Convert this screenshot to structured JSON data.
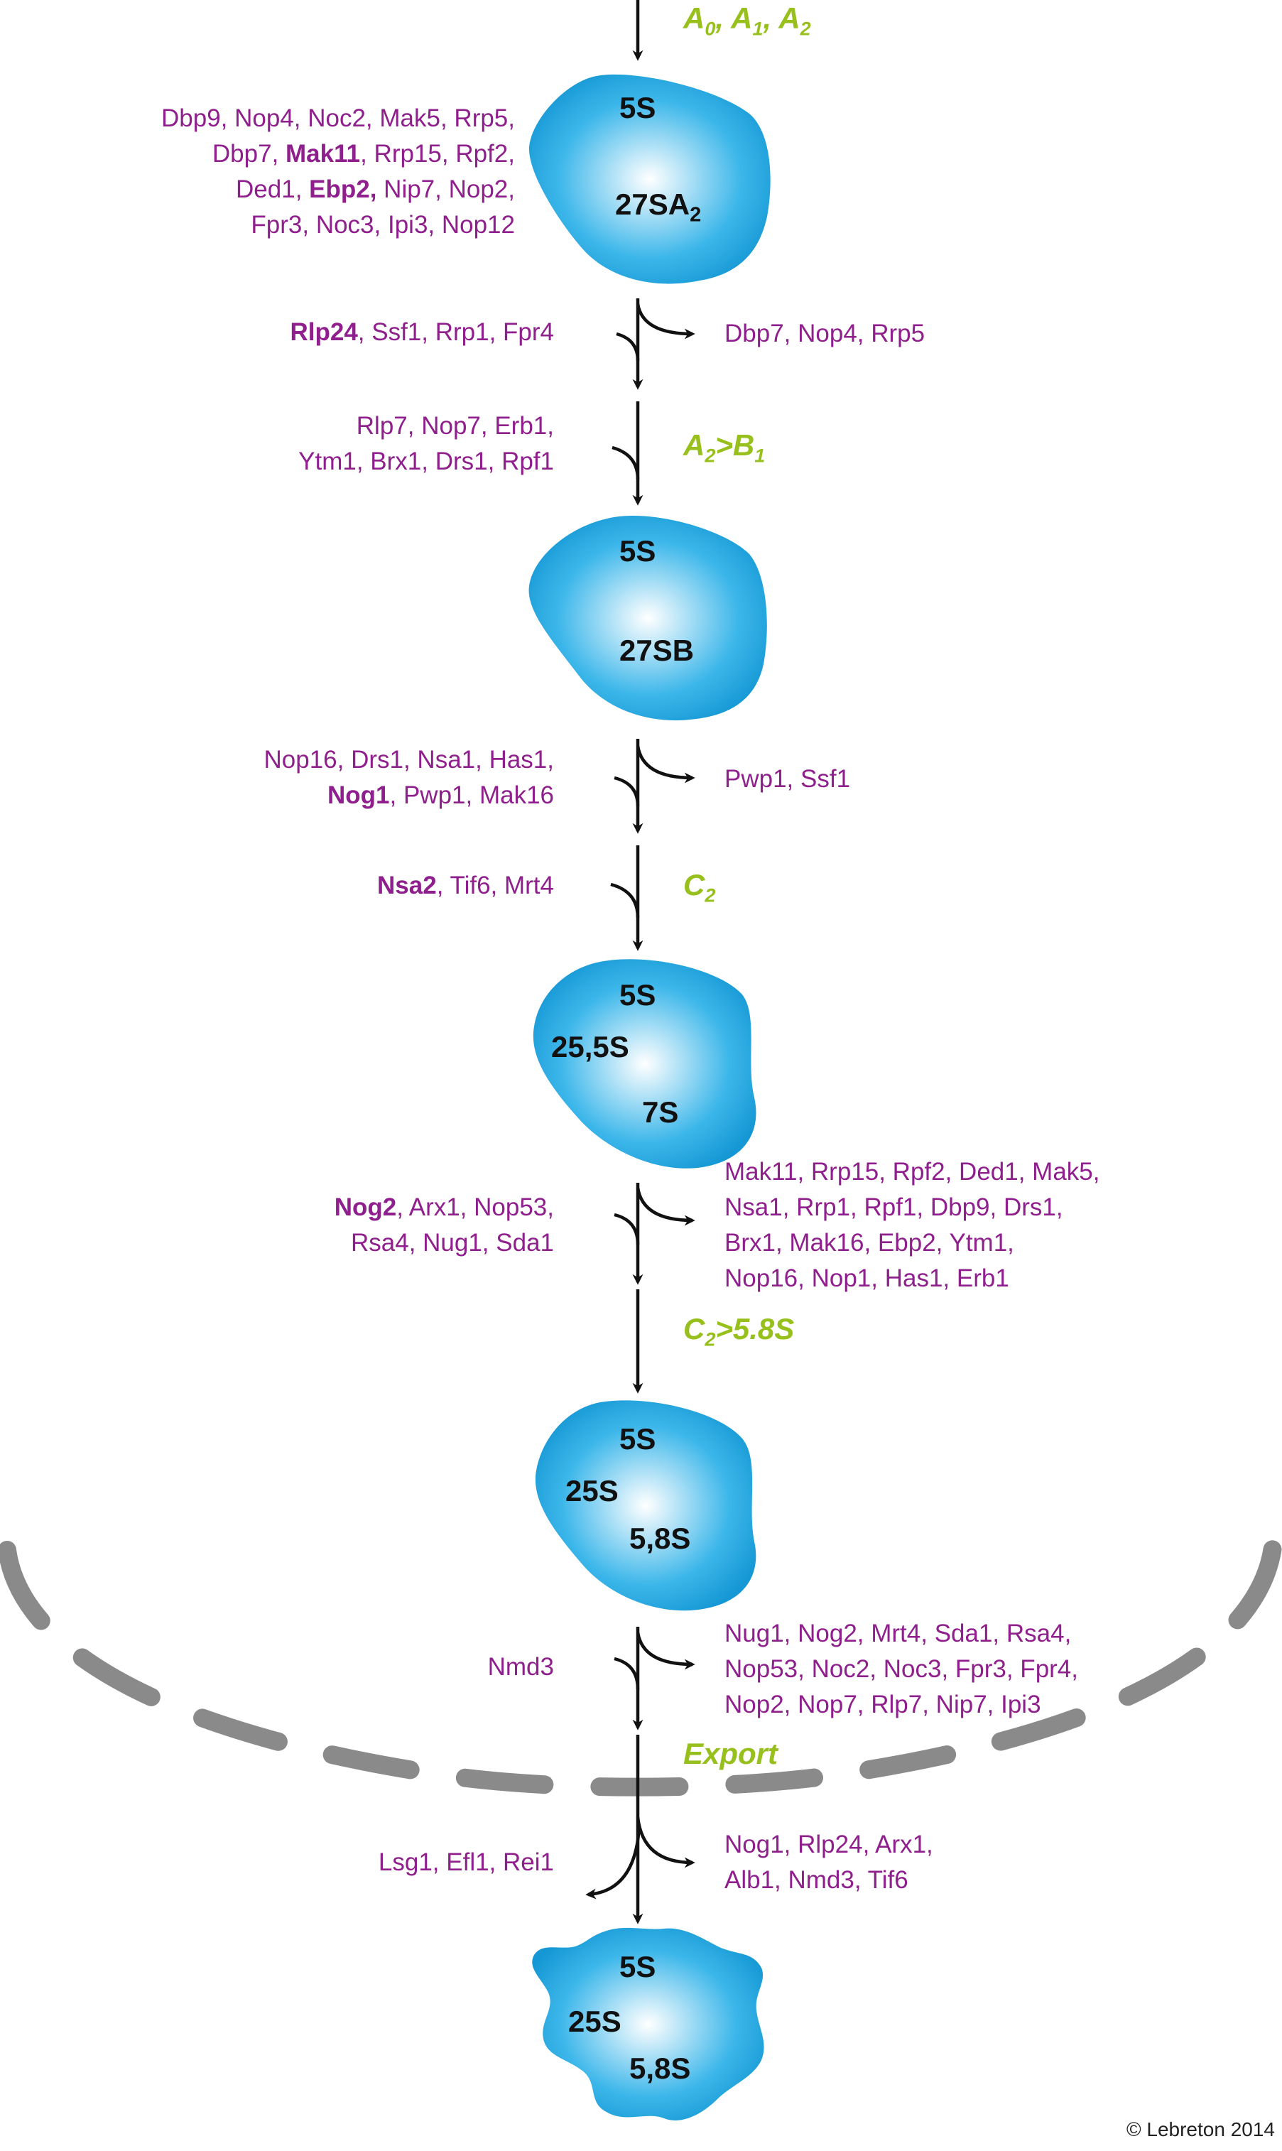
{
  "pathway": {
    "steps": {
      "s1": {
        "html": "A<sub>0</sub>, A<sub>1</sub>, A<sub>2</sub>"
      },
      "s2": {
        "html": "A<sub>2</sub>&gt;B<sub>1</sub>"
      },
      "s3": {
        "html": "C<sub>2</sub>"
      },
      "s4": {
        "html": "C<sub>2</sub>&gt;5.8S"
      },
      "s5": {
        "html": "Export"
      }
    },
    "particles": {
      "p1": {
        "labels": [
          {
            "html": "5S"
          },
          {
            "html": "27SA<sub>2</sub>"
          }
        ]
      },
      "p2": {
        "labels": [
          {
            "html": "5S"
          },
          {
            "html": "27SB"
          }
        ]
      },
      "p3": {
        "labels": [
          {
            "html": "5S"
          },
          {
            "html": "25,5S"
          },
          {
            "html": "7S"
          }
        ]
      },
      "p4": {
        "labels": [
          {
            "html": "5S"
          },
          {
            "html": "25S"
          },
          {
            "html": "5,8S"
          }
        ]
      },
      "p5": {
        "labels": [
          {
            "html": "5S"
          },
          {
            "html": "25S"
          },
          {
            "html": "5,8S"
          }
        ]
      }
    },
    "factors": {
      "p1_associated": {
        "html": "Dbp9, Nop4, Noc2, Mak5, Rrp5,<br>Dbp7, <b>Mak11</b>, Rrp15, Rpf2,<br>Ded1, <b>Ebp2,</b> Nip7, Nop2,<br>Fpr3, Noc3, Ipi3, Nop12"
      },
      "in_1": {
        "html": "<b>Rlp24</b>, Ssf1, Rrp1, Fpr4"
      },
      "out_1": {
        "html": "Dbp7, Nop4, Rrp5"
      },
      "in_2": {
        "html": "Rlp7, Nop7, Erb1,<br>Ytm1, Brx1, Drs1, Rpf1"
      },
      "in_3": {
        "html": "Nop16, Drs1, Nsa1, Has1,<br><b>Nog1</b>, Pwp1, Mak16"
      },
      "out_3": {
        "html": "Pwp1, Ssf1"
      },
      "in_4": {
        "html": "<b>Nsa2</b>, Tif6, Mrt4"
      },
      "in_5": {
        "html": "<b>Nog2</b>, Arx1, Nop53,<br>Rsa4, Nug1, Sda1"
      },
      "out_5": {
        "html": "Mak11, Rrp15, Rpf2, Ded1, Mak5,<br>Nsa1, Rrp1, Rpf1, Dbp9, Drs1,<br>Brx1, Mak16, Ebp2, Ytm1,<br>Nop16, Nop1, Has1, Erb1"
      },
      "in_6": {
        "html": "Nmd3"
      },
      "out_6": {
        "html": "Nug1, Nog2, Mrt4, Sda1, Rsa4,<br>Nop53, Noc2, Noc3, Fpr3, Fpr4,<br>Nop2, Nop7, Rlp7, Nip7, Ipi3"
      },
      "in_7": {
        "html": "Lsg1, Efl1, Rei1"
      },
      "out_7": {
        "html": "Nog1, Rlp24, Arx1,<br>Alb1, Nmd3, Tif6"
      }
    }
  },
  "copyright": "© Lebreton 2014",
  "colors": {
    "factor_text": "#8e1f8c",
    "step_text": "#97c01d",
    "particle_fill": "#29aee6",
    "particle_highlight": "#ffffff",
    "arrow": "#111111",
    "nuclear_envelope": "#8a8a8a"
  }
}
